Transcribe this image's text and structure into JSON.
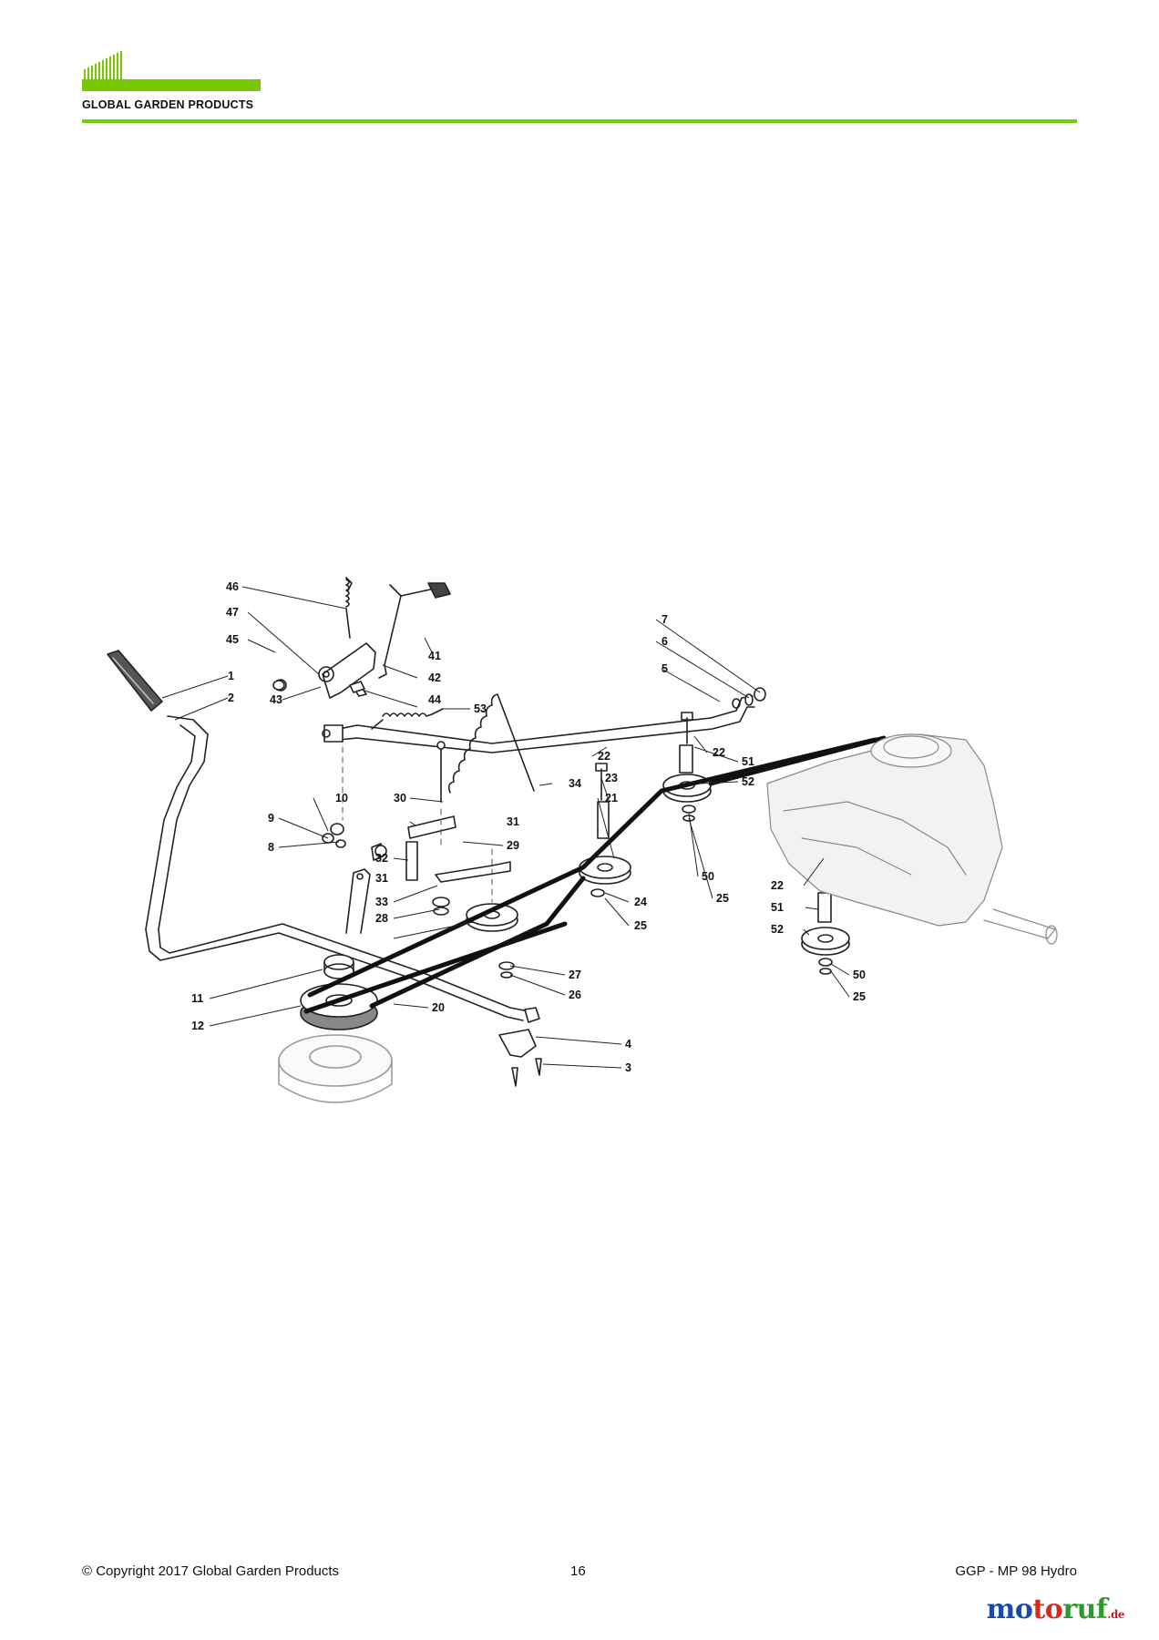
{
  "header": {
    "brand": "GLOBAL GARDEN PRODUCTS",
    "accent_color": "#6ad10c"
  },
  "diagram": {
    "callouts": {
      "c1": "1",
      "c2": "2",
      "c3": "3",
      "c4": "4",
      "c5": "5",
      "c6": "6",
      "c7": "7",
      "c8": "8",
      "c9": "9",
      "c10": "10",
      "c11": "11",
      "c12": "12",
      "c20": "20",
      "c21": "21",
      "c22a": "22",
      "c22b": "22",
      "c22c": "22",
      "c23": "23",
      "c24": "24",
      "c25a": "25",
      "c25b": "25",
      "c25c": "25",
      "c26": "26",
      "c27": "27",
      "c28": "28",
      "c29": "29",
      "c30": "30",
      "c31a": "31",
      "c31b": "31",
      "c32": "32",
      "c33": "33",
      "c34": "34",
      "c41": "41",
      "c42": "42",
      "c43": "43",
      "c44": "44",
      "c45": "45",
      "c46": "46",
      "c47": "47",
      "c50a": "50",
      "c50b": "50",
      "c51a": "51",
      "c51b": "51",
      "c52a": "52",
      "c52b": "52",
      "c53": "53"
    }
  },
  "footer": {
    "copyright": "© Copyright 2017 Global Garden Products",
    "page_number": "16",
    "model": "GGP - MP 98 Hydro"
  },
  "watermark": {
    "part1": "mo",
    "part2": "to",
    "part3": "ruf",
    "tld": ".de"
  }
}
